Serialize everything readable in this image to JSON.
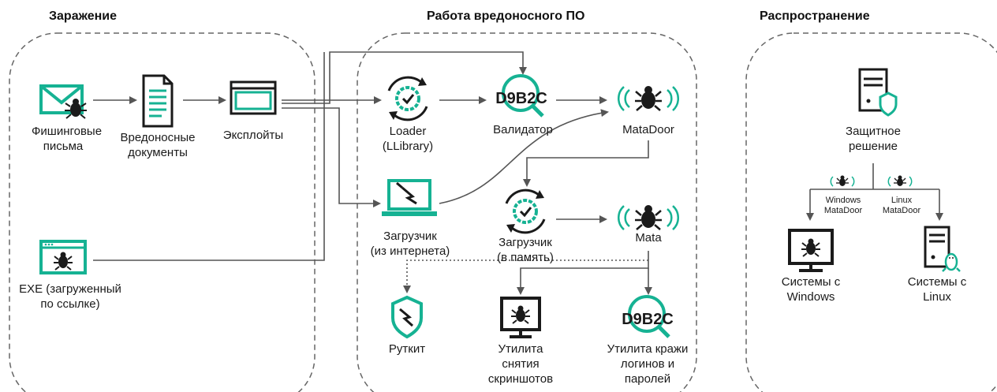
{
  "sections": {
    "infection": "Заражение",
    "malware": "Работа вредоносного ПО",
    "spread": "Распространение"
  },
  "nodes": {
    "phishing": [
      "Фишинговые",
      "письма"
    ],
    "docs": [
      "Вредоносные",
      "документы"
    ],
    "exploits": [
      "Эксплойты"
    ],
    "exe": [
      "EXE (загруженный",
      "по ссылке)"
    ],
    "loader": [
      "Loader",
      "(LLibrary)"
    ],
    "validator": [
      "Валидатор"
    ],
    "validator_logo": "D9B2C",
    "matadoor": [
      "MataDoor"
    ],
    "downloader_net": [
      "Загрузчик",
      "(из интернета)"
    ],
    "downloader_mem": [
      "Загрузчик",
      "(в память)"
    ],
    "mata": [
      "Mata"
    ],
    "rootkit": [
      "Руткит"
    ],
    "screenshot": [
      "Утилита",
      "снятия",
      "скриншотов"
    ],
    "stealer": [
      "Утилита кражи",
      "логинов и",
      "паролей"
    ],
    "stealer_logo": "D9B2C",
    "security": [
      "Защитное",
      "решение"
    ],
    "win_matadoor": [
      "Windows",
      "MataDoor"
    ],
    "linux_matadoor": [
      "Linux",
      "MataDoor"
    ],
    "win_systems": [
      "Системы с",
      "Windows"
    ],
    "linux_systems": [
      "Системы с",
      "Linux"
    ]
  },
  "colors": {
    "accent": "#16b293",
    "ink": "#1a1a1a",
    "arrow": "#555555",
    "dash": "#666666"
  }
}
